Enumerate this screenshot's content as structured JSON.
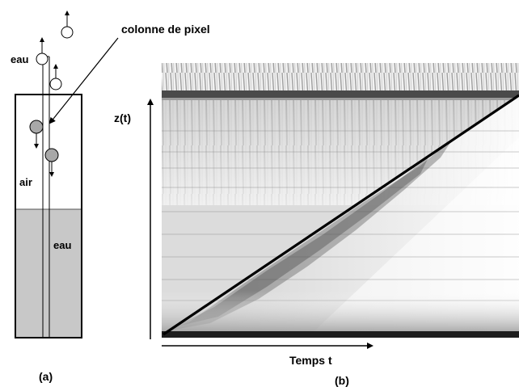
{
  "panel_a": {
    "callout_label": "colonne de pixel",
    "label_eau_top": "eau",
    "label_air": "air",
    "label_eau_bottom": "eau",
    "caption": "(a)"
  },
  "panel_b": {
    "y_axis_label": "z(t)",
    "x_axis_label": "Temps t",
    "caption": "(b)"
  },
  "colors": {
    "water_fill": "#c8c8c8",
    "gray_bubble": "#a8a8a8",
    "ink": "#000000"
  }
}
